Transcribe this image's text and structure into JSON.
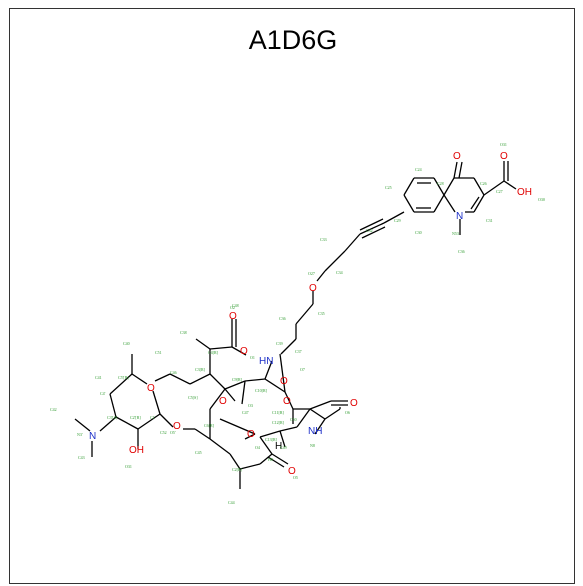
{
  "title": "A1D6G",
  "heteroatom_labels": {
    "o_quinolone": "O",
    "o_acid_carbonyl": "O",
    "oh_acid": "OH",
    "n_quinoline": "N",
    "o_ether": "O",
    "o_macrolide_1": "O",
    "o_macrolide_2": "O",
    "o_sugar_ring": "O",
    "o_glyco": "O",
    "oh_sugar": "OH",
    "n_dimethyl": "N",
    "nh_1": "HN",
    "nh_2": "NH",
    "o_carbamate": "O",
    "o_carbamate_ring": "O",
    "o_ketone": "O",
    "h_stereo": "H"
  },
  "atom_labels": [
    "C24",
    "C25",
    "C26",
    "C27",
    "C28",
    "C29",
    "C30",
    "C31",
    "C32",
    "C33",
    "C34",
    "C35",
    "C36",
    "C37",
    "C38",
    "C39",
    "C40",
    "C41",
    "C42",
    "C43",
    "C44",
    "C45",
    "C46",
    "C47",
    "C48",
    "C49",
    "C50",
    "C51",
    "C52",
    "N53",
    "O27",
    "O31",
    "C36",
    "O30",
    "O31",
    "C3[R]",
    "C4[R]",
    "C5[S]",
    "C6[R]",
    "C9[R]",
    "C10[R]",
    "C11[R]",
    "C12[R]",
    "C13[R]",
    "C2[R]",
    "C1'",
    "C2'[R]",
    "C3'[S]",
    "C4'",
    "C5'[R]",
    "N3'",
    "O5'",
    "O1",
    "O2",
    "O3",
    "O4",
    "O5",
    "O6",
    "O7",
    "N8",
    "H8"
  ]
}
